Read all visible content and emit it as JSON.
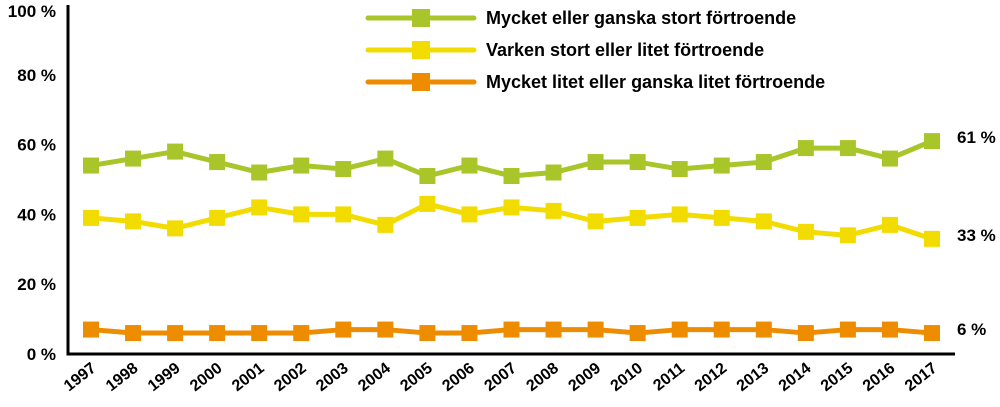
{
  "chart_data": {
    "type": "line",
    "x": [
      "1997",
      "1998",
      "1999",
      "2000",
      "2001",
      "2002",
      "2003",
      "2004",
      "2005",
      "2006",
      "2007",
      "2008",
      "2009",
      "2010",
      "2011",
      "2012",
      "2013",
      "2014",
      "2015",
      "2016",
      "2017"
    ],
    "ylim": [
      0,
      100
    ],
    "yticks": [
      "0 %",
      "20 %",
      "40 %",
      "60 %",
      "80 %",
      "100 %"
    ],
    "grid": false,
    "legend_position": "top-center",
    "series": [
      {
        "name": "Mycket eller ganska stort förtroende",
        "color": "#a8c62a",
        "values": [
          54,
          56,
          58,
          55,
          52,
          54,
          53,
          56,
          51,
          54,
          51,
          52,
          55,
          55,
          53,
          54,
          55,
          59,
          59,
          56,
          61
        ],
        "end_label": "61 %"
      },
      {
        "name": "Varken stort eller litet förtroende",
        "color": "#f2dc00",
        "values": [
          39,
          38,
          36,
          39,
          42,
          40,
          40,
          37,
          43,
          40,
          42,
          41,
          38,
          39,
          40,
          39,
          38,
          35,
          34,
          37,
          33
        ],
        "end_label": "33 %"
      },
      {
        "name": "Mycket litet eller ganska litet förtroende",
        "color": "#ee8c00",
        "values": [
          7,
          6,
          6,
          6,
          6,
          6,
          7,
          7,
          6,
          6,
          7,
          7,
          7,
          6,
          7,
          7,
          7,
          6,
          7,
          7,
          6
        ],
        "end_label": "6 %"
      }
    ]
  }
}
